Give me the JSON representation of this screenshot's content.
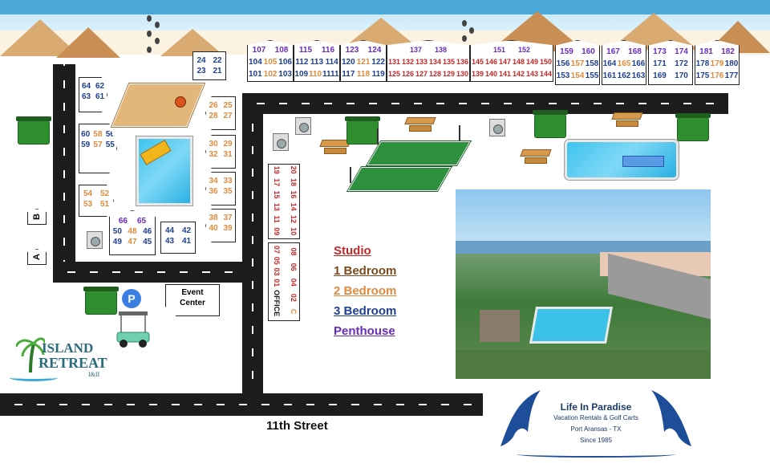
{
  "legend": {
    "studio": "Studio",
    "one_bed": "1 Bedroom",
    "two_bed": "2 Bedroom",
    "three_bed": "3 Bedroom",
    "penthouse": "Penthouse"
  },
  "colors": {
    "studio": "#c62828",
    "one_bed": "#7a4a1e",
    "two_bed": "#e08a3c",
    "three_bed": "#1f3f8f",
    "penthouse": "#6a2bbf",
    "road": "#1c1c1c"
  },
  "street_label": "11th Street",
  "event_center": "Event Center",
  "parking": "P",
  "slot_b": "B",
  "slot_a": "A",
  "logo_island": {
    "line1": "ISLAND",
    "line2": "RETREAT",
    "line3": "I&II"
  },
  "logo_lip": {
    "title": "Life In Paradise",
    "sub1": "Vacation Rentals & Golf Carts",
    "sub2": "Port Aransas - TX",
    "sub3": "Since 1985"
  },
  "top_buildings": {
    "b1": {
      "r1": [
        "107",
        "108"
      ],
      "r2": [
        "104",
        "105",
        "106"
      ],
      "r3": [
        "101",
        "102",
        "103"
      ]
    },
    "b2": {
      "r1": [
        "115",
        "116"
      ],
      "r2": [
        "112",
        "113",
        "114"
      ],
      "r3": [
        "109",
        "110",
        "1111"
      ]
    },
    "b3": {
      "r1": [
        "123",
        "124"
      ],
      "r2": [
        "120",
        "121",
        "122"
      ],
      "r3": [
        "117",
        "118",
        "119"
      ]
    },
    "b4": {
      "r1": [
        "137",
        "138"
      ],
      "r2": [
        "131",
        "132",
        "133",
        "134",
        "135",
        "136"
      ],
      "r3": [
        "125",
        "126",
        "127",
        "128",
        "129",
        "130"
      ]
    },
    "b5": {
      "r1": [
        "151",
        "152"
      ],
      "r2": [
        "145",
        "146",
        "147",
        "148",
        "149",
        "150"
      ],
      "r3": [
        "139",
        "140",
        "141",
        "142",
        "143",
        "144"
      ]
    },
    "b6": {
      "r1": [
        "159",
        "160"
      ],
      "r2": [
        "156",
        "157",
        "158"
      ],
      "r3": [
        "153",
        "154",
        "155"
      ]
    },
    "b7": {
      "r1": [
        "167",
        "168"
      ],
      "r2": [
        "164",
        "165",
        "166"
      ],
      "r3": [
        "161",
        "162",
        "163"
      ]
    },
    "b8": {
      "r1": [
        "173",
        "174"
      ],
      "r2": [
        "171",
        "172"
      ],
      "r3": [
        "169",
        "170"
      ]
    },
    "b9": {
      "r1": [
        "181",
        "182"
      ],
      "r2": [
        "178",
        "179",
        "180"
      ],
      "r3": [
        "175",
        "176",
        "177"
      ]
    }
  },
  "b2422": {
    "r1": [
      "24",
      "22"
    ],
    "r2": [
      "23",
      "21"
    ]
  },
  "left_col": {
    "a": {
      "r1": [
        "64",
        "62"
      ],
      "r2": [
        "63",
        "61"
      ]
    },
    "b": {
      "r1": [
        "60",
        "58",
        "56"
      ],
      "r2": [
        "59",
        "57",
        "55"
      ]
    },
    "c": {
      "r1": [
        "54",
        "52"
      ],
      "r2": [
        "53",
        "51"
      ]
    }
  },
  "mid_col": {
    "a": {
      "r1": [
        "26",
        "25"
      ],
      "r2": [
        "28",
        "27"
      ]
    },
    "b": {
      "r1": [
        "30",
        "29"
      ],
      "r2": [
        "32",
        "31"
      ]
    },
    "c": {
      "r1": [
        "34",
        "33"
      ],
      "r2": [
        "36",
        "35"
      ]
    },
    "d": {
      "r1": [
        "38",
        "37"
      ],
      "r2": [
        "40",
        "39"
      ]
    }
  },
  "b6665": {
    "r0": [
      "66",
      "65"
    ],
    "r1": [
      "50",
      "48",
      "46"
    ],
    "r2": [
      "49",
      "47",
      "45"
    ]
  },
  "b4441": {
    "r1": [
      "44",
      "42"
    ],
    "r2": [
      "43",
      "41"
    ]
  },
  "front_bldg": {
    "top_c1": [
      "20",
      "18",
      "16",
      "14",
      "12",
      "10"
    ],
    "top_c2": [
      "19",
      "17",
      "15",
      "13",
      "11",
      "09"
    ],
    "bot_c1": [
      "08",
      "06",
      "04",
      "02",
      "C"
    ],
    "bot_c2": [
      "07",
      "05",
      "03",
      "01",
      "OFFICE"
    ]
  }
}
